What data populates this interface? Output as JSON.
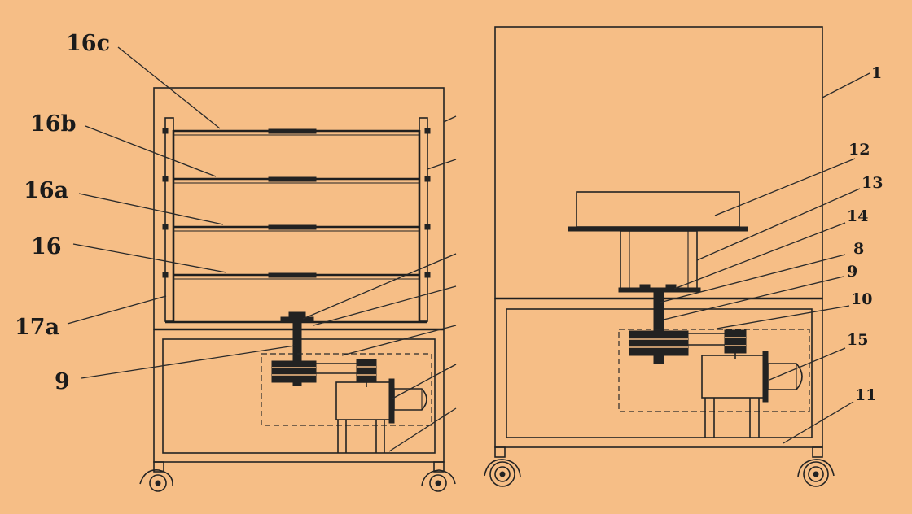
{
  "left_view": {
    "labels": {
      "l16c": "16c",
      "l16b": "16b",
      "l16a": "16a",
      "l16": "16",
      "l17a": "17a",
      "l9": "9"
    }
  },
  "right_view": {
    "labels": {
      "r1": "1",
      "r12": "12",
      "r13": "13",
      "r14": "14",
      "r8": "8",
      "r9": "9",
      "r10": "10",
      "r15": "15",
      "r11": "11"
    }
  }
}
